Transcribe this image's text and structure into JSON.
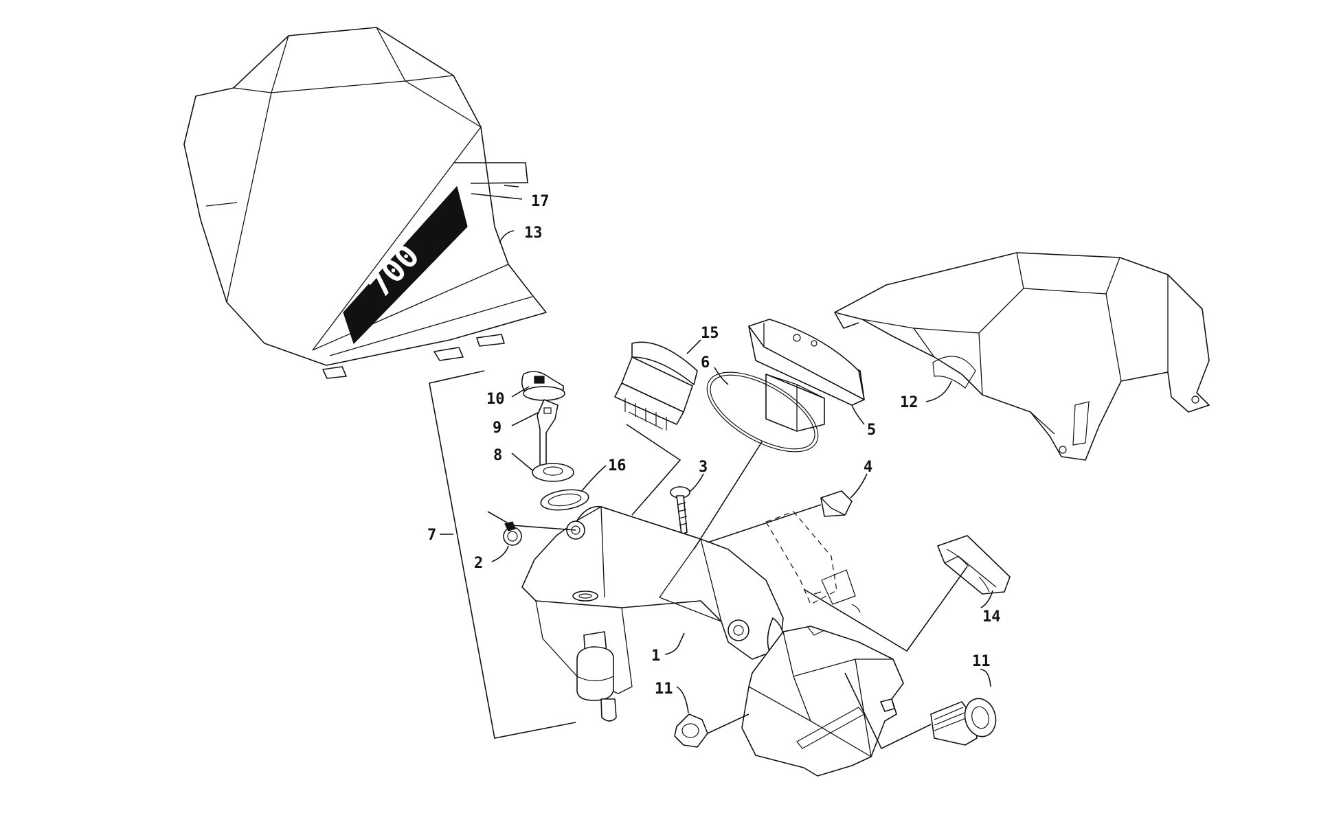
{
  "callouts": {
    "c1": "1",
    "c2": "2",
    "c3": "3",
    "c4": "4",
    "c5": "5",
    "c6": "6",
    "c7": "7",
    "c8": "8",
    "c9": "9",
    "c10": "10",
    "c11a": "11",
    "c11b": "11",
    "c12": "12",
    "c13": "13",
    "c14": "14",
    "c15": "15",
    "c16": "16",
    "c17": "17"
  },
  "decal_text": "700",
  "colors": {
    "line": "#111111",
    "background": "#ffffff"
  }
}
